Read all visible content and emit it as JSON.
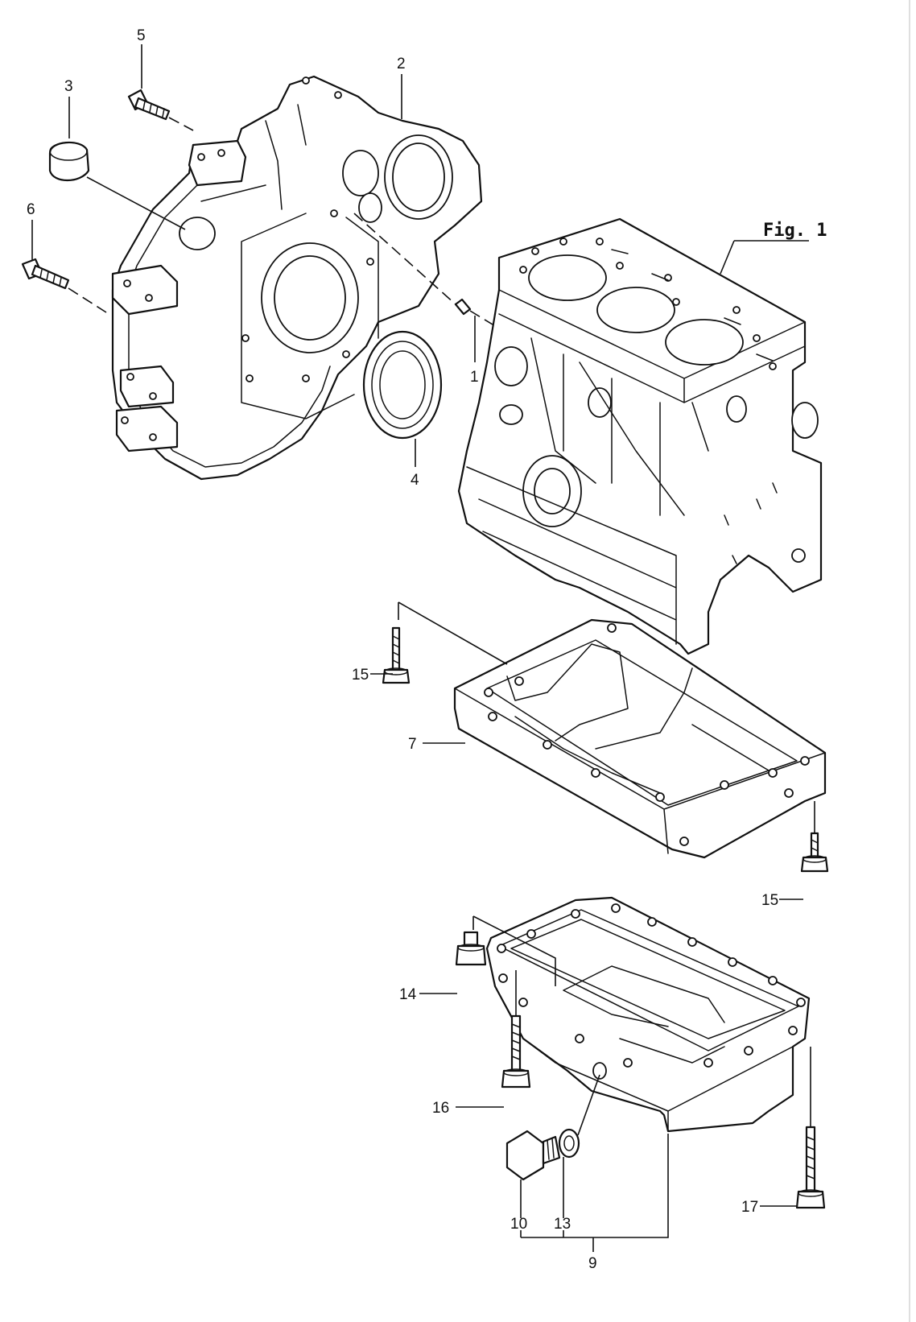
{
  "figure": {
    "label": "Fig. 1"
  },
  "callouts": {
    "c1": "1",
    "c2": "2",
    "c3": "3",
    "c4": "4",
    "c5": "5",
    "c6": "6",
    "c7": "7",
    "c9": "9",
    "c10": "10",
    "c13": "13",
    "c14": "14",
    "c15a": "15",
    "c15b": "15",
    "c16": "16",
    "c17": "17"
  }
}
